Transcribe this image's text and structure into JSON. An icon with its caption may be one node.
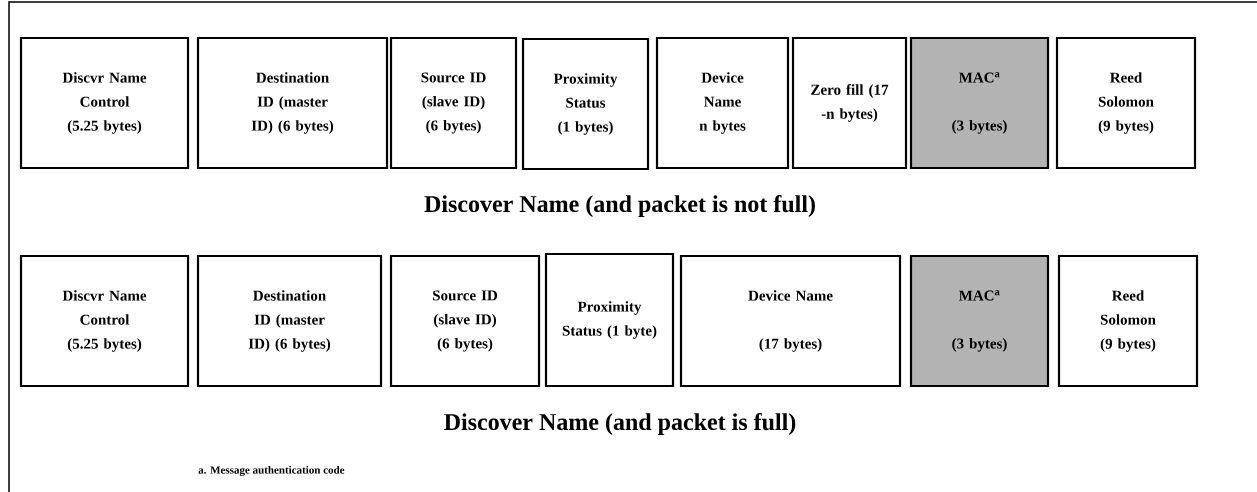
{
  "diagram": {
    "nodes": [
      {
        "text": [
          "Discvr Name Control (5.25 bytes)"
        ]
      },
      {
        "text": [
          "Destination ID (master ID) (6 bytes)"
        ]
      },
      {
        "text": [
          "Source ID (slave ID) (6 bytes)"
        ]
      },
      {
        "text": [
          "Proximity Status (1 bytes)"
        ]
      },
      {
        "text": [
          "Device Name n bytes"
        ]
      },
      {
        "text": [
          "Zero fill (17 -n bytes)"
        ]
      },
      {
        "text": [
          "MAC$^{a}$",
          "(3 bytes)"
        ]
      },
      {
        "text": [
          "Reed Solomon (9 bytes)"
        ]
      },
      {
        "text": [
          "Discvr Name Control (5.25 bytes)"
        ]
      },
      {
        "text": [
          "Destination ID (master ID) (6 bytes)"
        ]
      },
      {
        "text": [
          "Source ID (slave ID) (6 bytes)"
        ]
      },
      {
        "text": [
          "Proximity Status (1 byte)"
        ]
      },
      {
        "text": [
          "Device Name",
          "(17 bytes)"
        ]
      },
      {
        "text": [
          "MAC$^{a}$",
          "(3 bytes)"
        ]
      },
      {
        "text": [
          "Reed Solomon (9 bytes)"
        ]
      }
    ],
    "labels": [
      "Discover Name (and packet is not full)",
      "Discover Name (and packet is full)",
      "a. Message authentication code"
    ]
  }
}
